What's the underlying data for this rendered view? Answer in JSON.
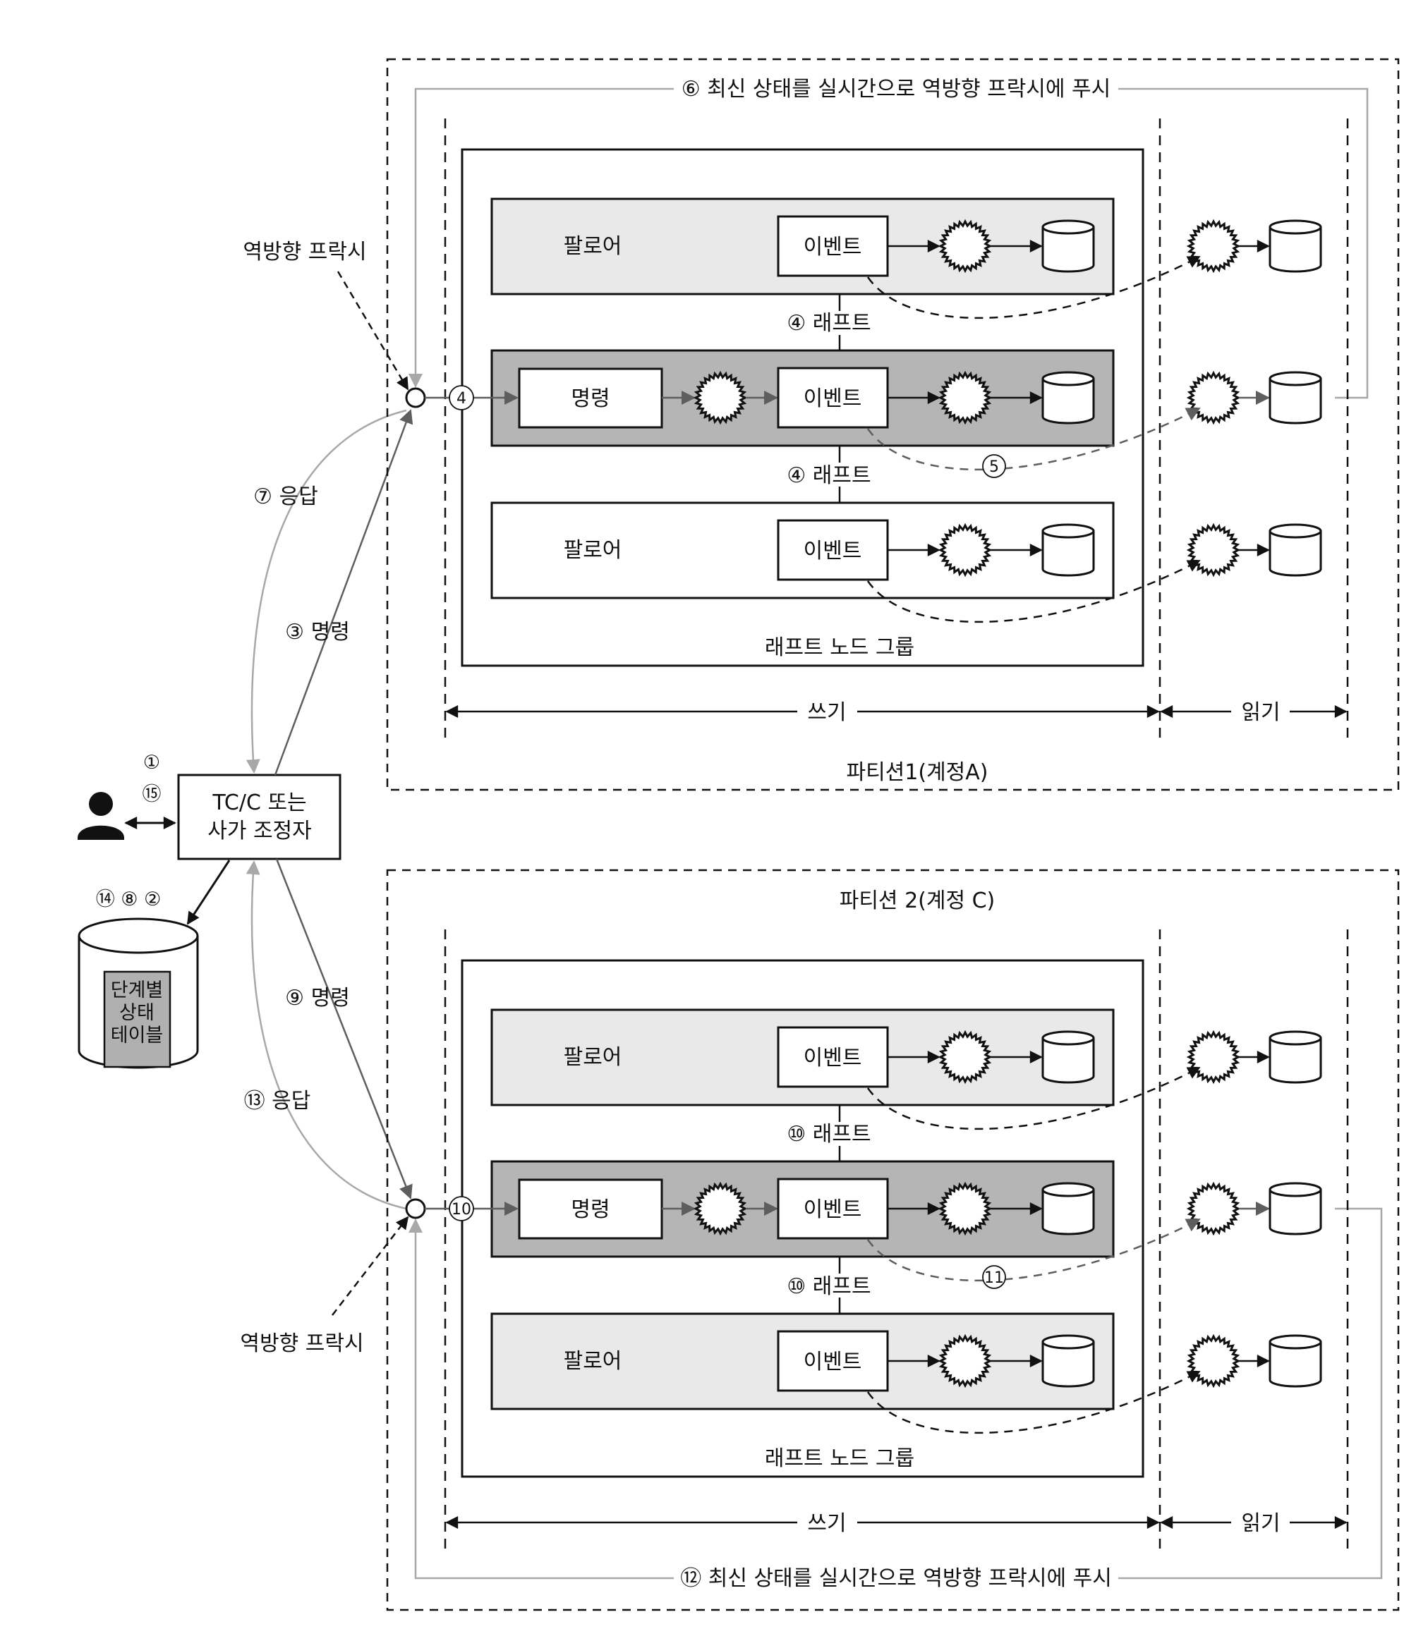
{
  "colors": {
    "ink": "#111111",
    "leader_fill": "#b5b5b5",
    "follower_fill": "#e9e9e9",
    "state_table_fill": "#b0b0b0",
    "push_line": "#a8a8a8",
    "response_line": "#a8a8a8",
    "command_line": "#5e5e5e"
  },
  "coordinator": {
    "line1": "TC/C 또는",
    "line2": "사가 조정자",
    "user_steps": [
      "①",
      "⑮"
    ],
    "db_steps": "⑭ ⑧ ②",
    "state_table": [
      "단계별",
      "상태",
      "테이블"
    ]
  },
  "partitions": [
    {
      "title": "파티션1(계정A)",
      "push_label": "⑥ 최신 상태를 실시간으로 역방향 프락시에 푸시",
      "proxy_label": "역방향 프락시",
      "command_label": "③ 명령",
      "response_label": "⑦ 응답",
      "entry_badge": "4",
      "raft_labels": [
        "④ 래프트",
        "④ 래프트"
      ],
      "replication_badge": "5",
      "group_label": "래프트 노드 그룹",
      "write_label": "쓰기",
      "read_label": "읽기",
      "rows": [
        {
          "role": "follower",
          "label": "팔로어",
          "event": "이벤트"
        },
        {
          "role": "leader",
          "command": "명령",
          "event": "이벤트"
        },
        {
          "role": "follower",
          "label": "팔로어",
          "event": "이벤트"
        }
      ]
    },
    {
      "title": "파티션 2(계정 C)",
      "push_label": "⑫ 최신 상태를 실시간으로 역방향 프락시에 푸시",
      "proxy_label": "역방향 프락시",
      "command_label": "⑨ 명령",
      "response_label": "⑬ 응답",
      "entry_badge": "10",
      "raft_labels": [
        "⑩ 래프트",
        "⑩ 래프트"
      ],
      "replication_badge": "11",
      "group_label": "래프트 노드 그룹",
      "write_label": "쓰기",
      "read_label": "읽기",
      "rows": [
        {
          "role": "follower",
          "label": "팔로어",
          "event": "이벤트"
        },
        {
          "role": "leader",
          "command": "명령",
          "event": "이벤트"
        },
        {
          "role": "follower",
          "label": "팔로어",
          "event": "이벤트"
        }
      ]
    }
  ]
}
